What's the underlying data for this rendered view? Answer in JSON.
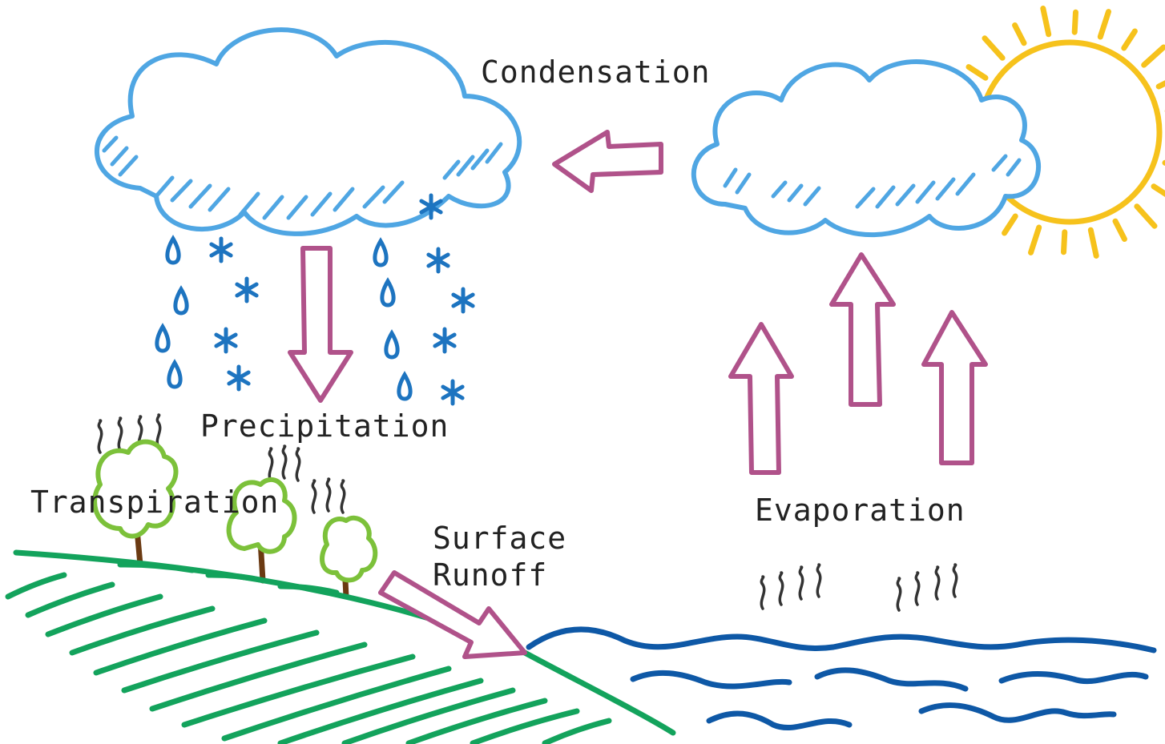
{
  "labels": {
    "condensation": "Condensation",
    "precipitation": "Precipitation",
    "transpiration": "Transpiration",
    "surface_runoff_line1": "Surface",
    "surface_runoff_line2": "Runoff",
    "evaporation": "Evaporation"
  },
  "colors": {
    "cloud": "#4FA6E3",
    "arrow": "#B0528A",
    "rain": "#1D74C0",
    "sun": "#F6C21C",
    "land": "#13A35C",
    "water": "#0E58A6",
    "tree_canopy": "#7CC13A",
    "trunk": "#6B3A12",
    "vapor": "#333333"
  },
  "icons": {
    "cloud": "cloud-icon",
    "sun": "sun-icon",
    "raindrop": "raindrop-icon",
    "snowflake": "snowflake-icon",
    "tree": "tree-icon",
    "arrow": "arrow-icon"
  }
}
